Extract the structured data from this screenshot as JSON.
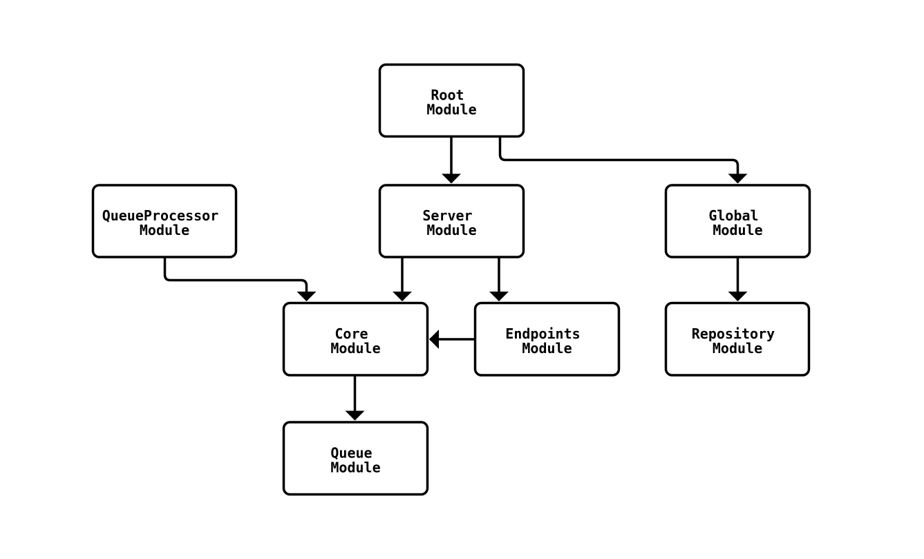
{
  "page": {
    "background_color": "#ffffff"
  },
  "diagram": {
    "type": "flowchart",
    "direction": "top-down",
    "colors": {
      "stroke": "#000000",
      "node_fill": "#ffffff",
      "text": "#000000",
      "arrowhead": "#000000"
    },
    "nodes": [
      {
        "id": "root",
        "label": "Root Module",
        "lines": [
          "Root",
          "Module"
        ]
      },
      {
        "id": "queueprocessor",
        "label": "QueueProcessor Module",
        "lines": [
          "QueueProcessor",
          "Module"
        ]
      },
      {
        "id": "server",
        "label": "Server Module",
        "lines": [
          "Server",
          "Module"
        ]
      },
      {
        "id": "global",
        "label": "Global Module",
        "lines": [
          "Global",
          "Module"
        ]
      },
      {
        "id": "core",
        "label": "Core Module",
        "lines": [
          "Core",
          "Module"
        ]
      },
      {
        "id": "endpoints",
        "label": "Endpoints Module",
        "lines": [
          "Endpoints",
          "Module"
        ]
      },
      {
        "id": "repository",
        "label": "Repository Module",
        "lines": [
          "Repository",
          "Module"
        ]
      },
      {
        "id": "queue",
        "label": "Queue Module",
        "lines": [
          "Queue",
          "Module"
        ]
      }
    ],
    "edges": [
      {
        "from": "Root Module",
        "to": "Server Module"
      },
      {
        "from": "Root Module",
        "to": "Global Module"
      },
      {
        "from": "QueueProcessor Module",
        "to": "Core Module"
      },
      {
        "from": "Server Module",
        "to": "Core Module"
      },
      {
        "from": "Server Module",
        "to": "Endpoints Module"
      },
      {
        "from": "Endpoints Module",
        "to": "Core Module"
      },
      {
        "from": "Global Module",
        "to": "Repository Module"
      },
      {
        "from": "Core Module",
        "to": "Queue Module"
      }
    ]
  }
}
